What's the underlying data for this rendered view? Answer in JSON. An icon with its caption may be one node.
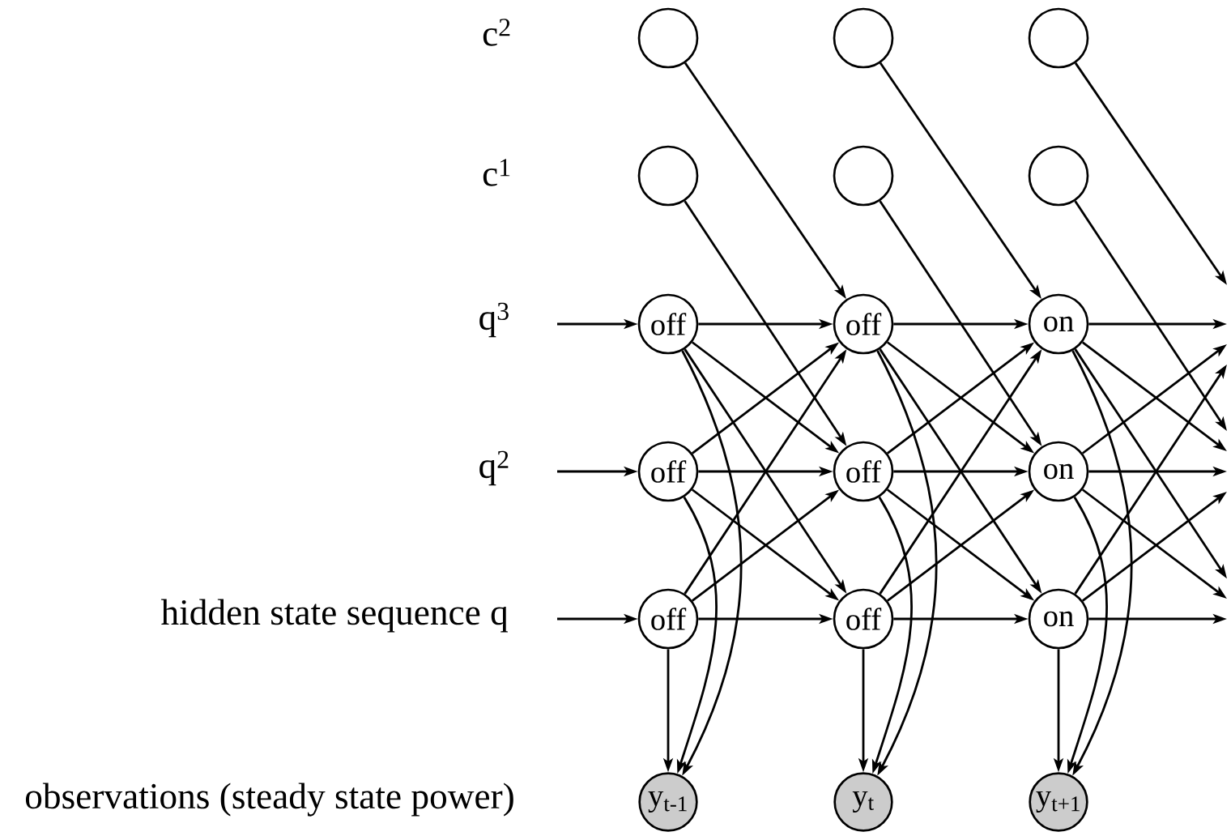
{
  "diagram": {
    "nodes": [
      {
        "text": [],
        "shape": "circle"
      },
      {
        "text": [],
        "shape": "circle"
      },
      {
        "text": [],
        "shape": "circle"
      },
      {
        "text": [],
        "shape": "circle"
      },
      {
        "text": [],
        "shape": "circle"
      },
      {
        "text": [],
        "shape": "circle"
      },
      {
        "text": [
          "off"
        ]
      },
      {
        "text": [
          "off"
        ]
      },
      {
        "text": [
          "on"
        ]
      },
      {
        "text": [
          "off"
        ]
      },
      {
        "text": [
          "off"
        ]
      },
      {
        "text": [
          "on"
        ]
      },
      {
        "text": [
          "off"
        ]
      },
      {
        "text": [
          "off"
        ]
      },
      {
        "text": [
          "on"
        ]
      },
      {
        "text": [
          "y$_{t-1}$"
        ]
      },
      {
        "text": [
          "y$_{t}$"
        ]
      },
      {
        "text": [
          "y$_{t+1}$"
        ]
      }
    ],
    "edges": [
      {
        "from": null,
        "to": 6,
        "arrow": "to"
      },
      {
        "from": null,
        "to": 9,
        "arrow": "to"
      },
      {
        "from": null,
        "to": 12,
        "arrow": "to"
      },
      {
        "from": 0,
        "to": 7,
        "arrow": "to"
      },
      {
        "from": 1,
        "to": 8,
        "arrow": "to"
      },
      {
        "from": 2,
        "to": null,
        "arrow": "to"
      },
      {
        "from": 3,
        "to": 10,
        "arrow": "to"
      },
      {
        "from": 4,
        "to": 11,
        "arrow": "to"
      },
      {
        "from": 5,
        "to": null,
        "arrow": "to"
      },
      {
        "from": 6,
        "to": 7,
        "arrow": "to"
      },
      {
        "from": 6,
        "to": 10,
        "arrow": "to"
      },
      {
        "from": 6,
        "to": 13,
        "arrow": "to"
      },
      {
        "from": 9,
        "to": 7,
        "arrow": "to"
      },
      {
        "from": 9,
        "to": 10,
        "arrow": "to"
      },
      {
        "from": 9,
        "to": 13,
        "arrow": "to"
      },
      {
        "from": 12,
        "to": 7,
        "arrow": "to"
      },
      {
        "from": 12,
        "to": 10,
        "arrow": "to"
      },
      {
        "from": 12,
        "to": 13,
        "arrow": "to"
      },
      {
        "from": 7,
        "to": 8,
        "arrow": "to"
      },
      {
        "from": 7,
        "to": 11,
        "arrow": "to"
      },
      {
        "from": 7,
        "to": 14,
        "arrow": "to"
      },
      {
        "from": 10,
        "to": 8,
        "arrow": "to"
      },
      {
        "from": 10,
        "to": 11,
        "arrow": "to"
      },
      {
        "from": 10,
        "to": 14,
        "arrow": "to"
      },
      {
        "from": 13,
        "to": 8,
        "arrow": "to"
      },
      {
        "from": 13,
        "to": 11,
        "arrow": "to"
      },
      {
        "from": 13,
        "to": 14,
        "arrow": "to"
      },
      {
        "from": 8,
        "to": null,
        "arrow": "to"
      },
      {
        "from": 8,
        "to": null,
        "arrow": "to"
      },
      {
        "from": 8,
        "to": null,
        "arrow": "to"
      },
      {
        "from": 11,
        "to": null,
        "arrow": "to"
      },
      {
        "from": 11,
        "to": null,
        "arrow": "to"
      },
      {
        "from": 11,
        "to": null,
        "arrow": "to"
      },
      {
        "from": 14,
        "to": null,
        "arrow": "to"
      },
      {
        "from": 14,
        "to": null,
        "arrow": "to"
      },
      {
        "from": 14,
        "to": null,
        "arrow": "to"
      },
      {
        "from": 12,
        "to": 15,
        "arrow": "to"
      },
      {
        "from": 9,
        "to": 15,
        "arrow": "to"
      },
      {
        "from": 6,
        "to": 15,
        "arrow": "to"
      },
      {
        "from": 13,
        "to": 16,
        "arrow": "to"
      },
      {
        "from": 10,
        "to": 16,
        "arrow": "to"
      },
      {
        "from": 7,
        "to": 16,
        "arrow": "to"
      },
      {
        "from": 14,
        "to": 17,
        "arrow": "to"
      },
      {
        "from": 11,
        "to": 17,
        "arrow": "to"
      },
      {
        "from": 8,
        "to": 17,
        "arrow": "to"
      }
    ],
    "labels": [
      "c$^{2}$",
      "c$^{1}$",
      "q$^{3}$",
      "q$^{2}$",
      "hidden state sequence q",
      "observations (steady state power)"
    ]
  }
}
